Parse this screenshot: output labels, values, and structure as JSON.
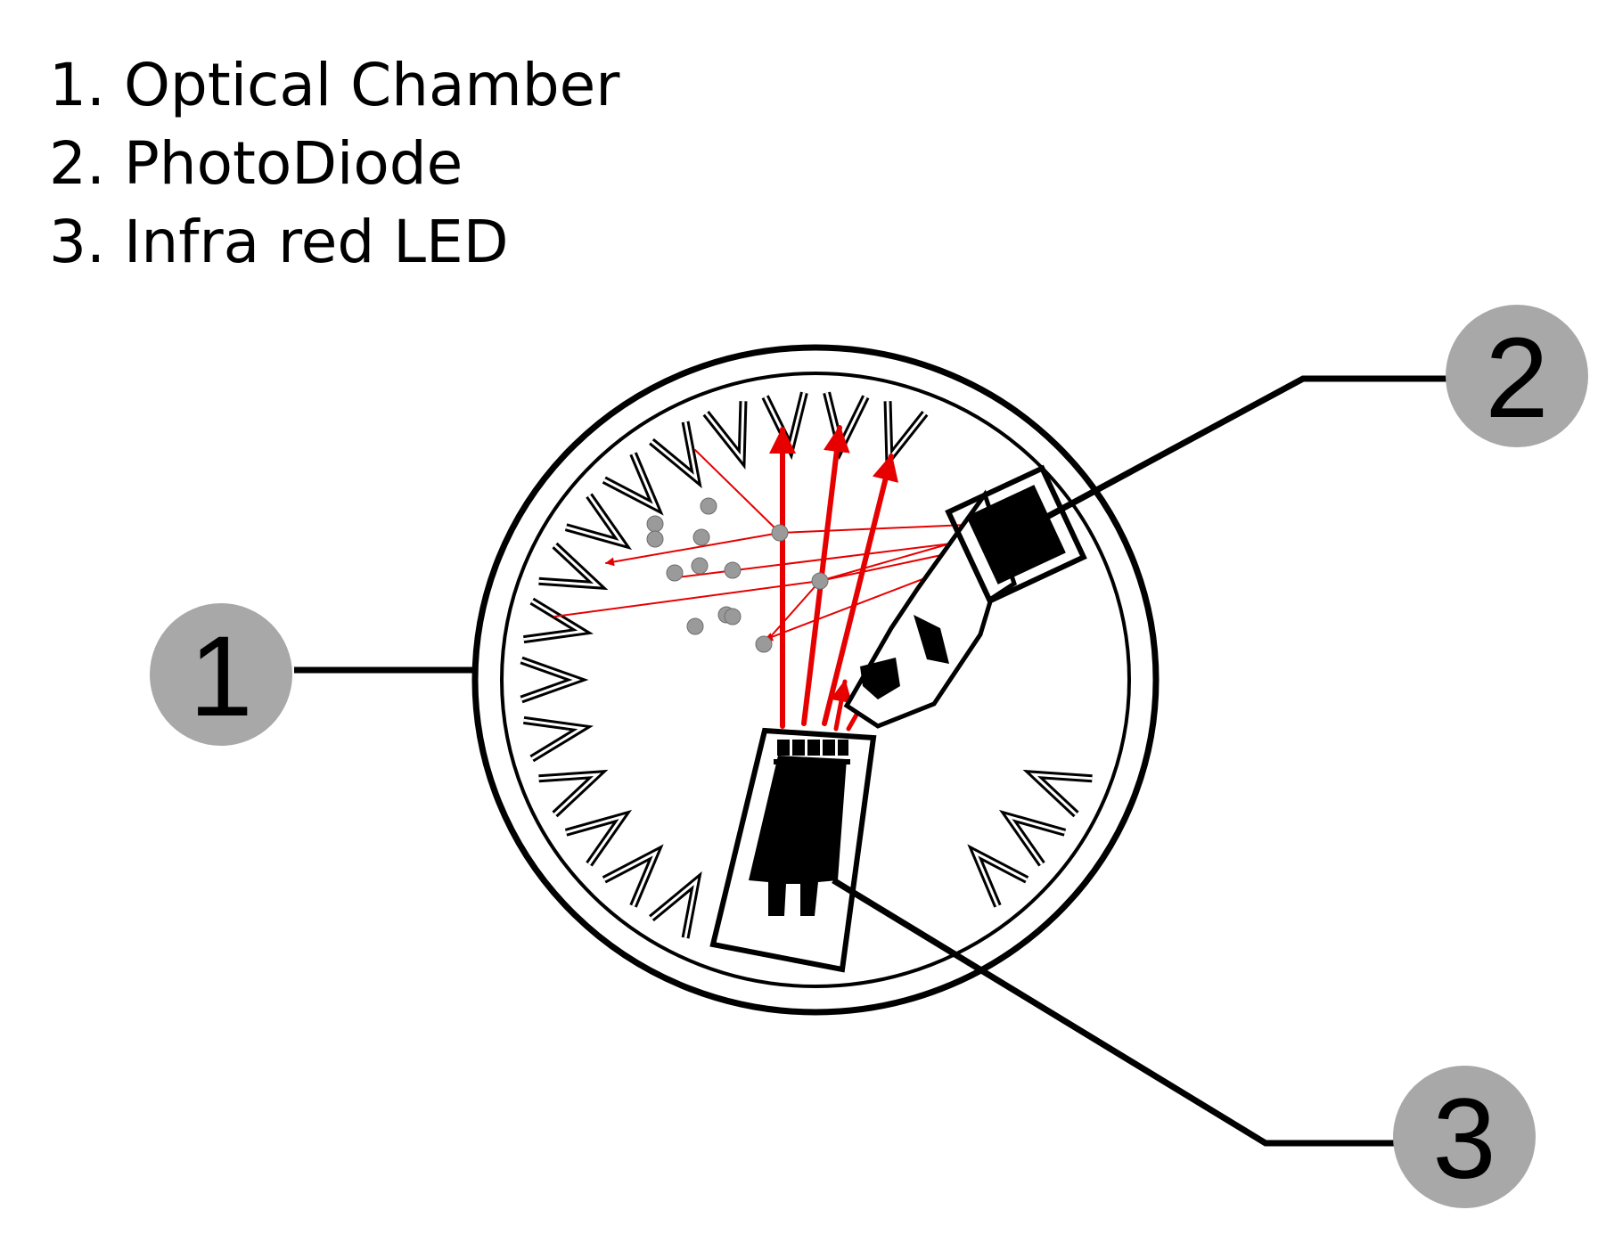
{
  "legend": {
    "items": [
      {
        "number": "1.",
        "label": "Optical Chamber"
      },
      {
        "number": "2.",
        "label": "PhotoDiode"
      },
      {
        "number": "3.",
        "label": "Infra red LED"
      }
    ]
  },
  "callouts": [
    {
      "label": "1",
      "part": "optical-chamber"
    },
    {
      "label": "2",
      "part": "photodiode"
    },
    {
      "label": "3",
      "part": "infrared-led"
    }
  ],
  "colors": {
    "callout_fill": "#a8a8a8",
    "light_ray": "#e60000",
    "line": "#000000",
    "particle": "#9a9a9a",
    "background": "#ffffff"
  }
}
